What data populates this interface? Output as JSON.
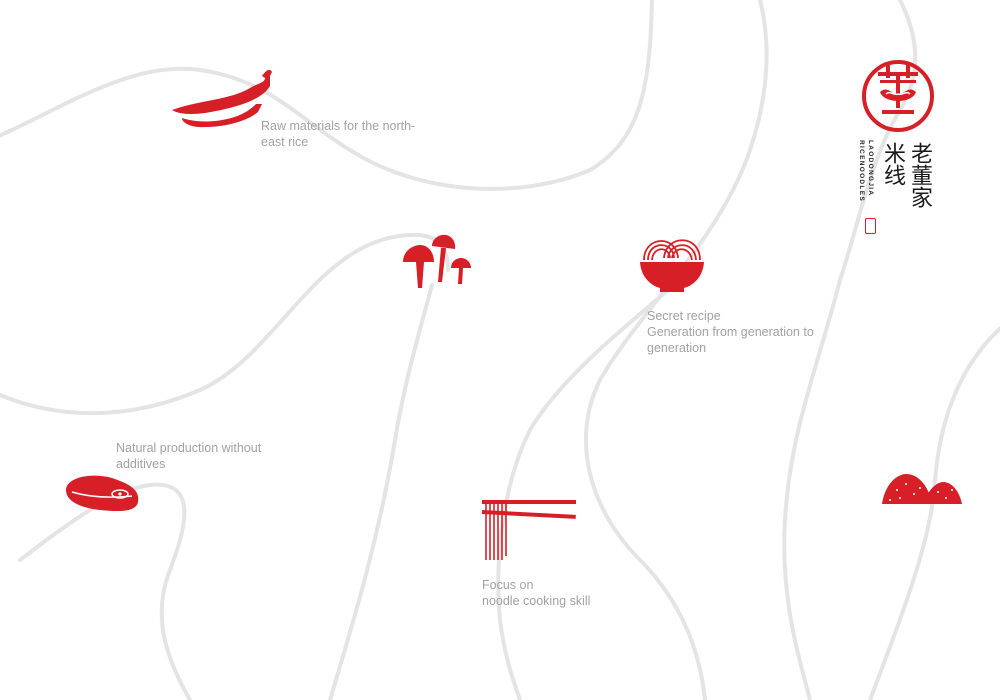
{
  "colors": {
    "accent": "#d61f26",
    "track": "#e4e4e4",
    "caption": "#a2a2a2",
    "brand_text": "#1b1b1b"
  },
  "icons": [
    "chili-pepper",
    "mushrooms",
    "noodle-bowl",
    "meat-slice",
    "chopsticks-noodles",
    "spice-piles",
    "brand-seal-logo"
  ],
  "captions": {
    "raw_materials": [
      "Raw materials for the north-",
      "east rice"
    ],
    "secret_recipe": [
      "Secret recipe",
      "Generation from generation to",
      "generation"
    ],
    "natural_production": [
      "Natural production without",
      "additives"
    ],
    "focus_noodle": [
      "Focus on",
      "noodle cooking skill"
    ]
  },
  "brand": {
    "cn_right": "老董家",
    "cn_left": "米线",
    "en_top": "LAODONGJIA",
    "en_bottom": "RICENOODLES"
  }
}
